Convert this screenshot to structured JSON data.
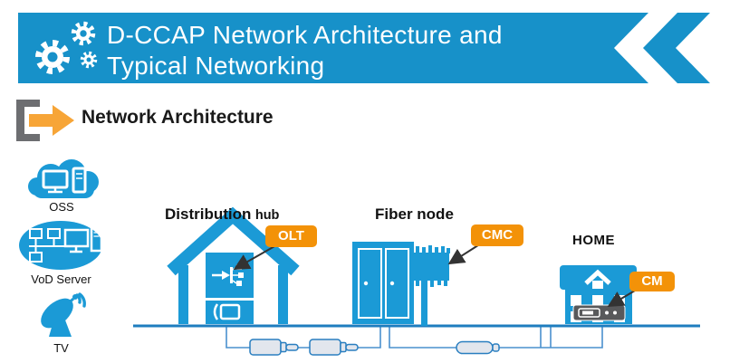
{
  "slide": {
    "title_line1": "D-CCAP Network Architecture and",
    "title_line2": "Typical Networking",
    "section_title": "Network Architecture"
  },
  "left_icons": [
    {
      "icon": "oss-cloud-computer-icon",
      "label": "OSS"
    },
    {
      "icon": "vod-network-computers-icon",
      "label": "VoD Server"
    },
    {
      "icon": "tv-satellite-dish-icon",
      "label": "TV"
    }
  ],
  "diagram": {
    "distribution_hub": {
      "label_main": "Distribution",
      "label_sub": "hub",
      "tag": "OLT"
    },
    "fiber_node": {
      "label": "Fiber node",
      "tag": "CMC"
    },
    "home": {
      "label": "HOME",
      "tag": "CM"
    }
  },
  "colors": {
    "banner_blue": "#1791c9",
    "icon_blue": "#1b9ad6",
    "trunk_blue": "#1e7dbf",
    "loop_blue": "#4a90ce",
    "tag_orange": "#f39208",
    "arrow_orange": "#f7a537",
    "bracket_gray": "#6d6e71",
    "modem_gray": "#58595b"
  }
}
